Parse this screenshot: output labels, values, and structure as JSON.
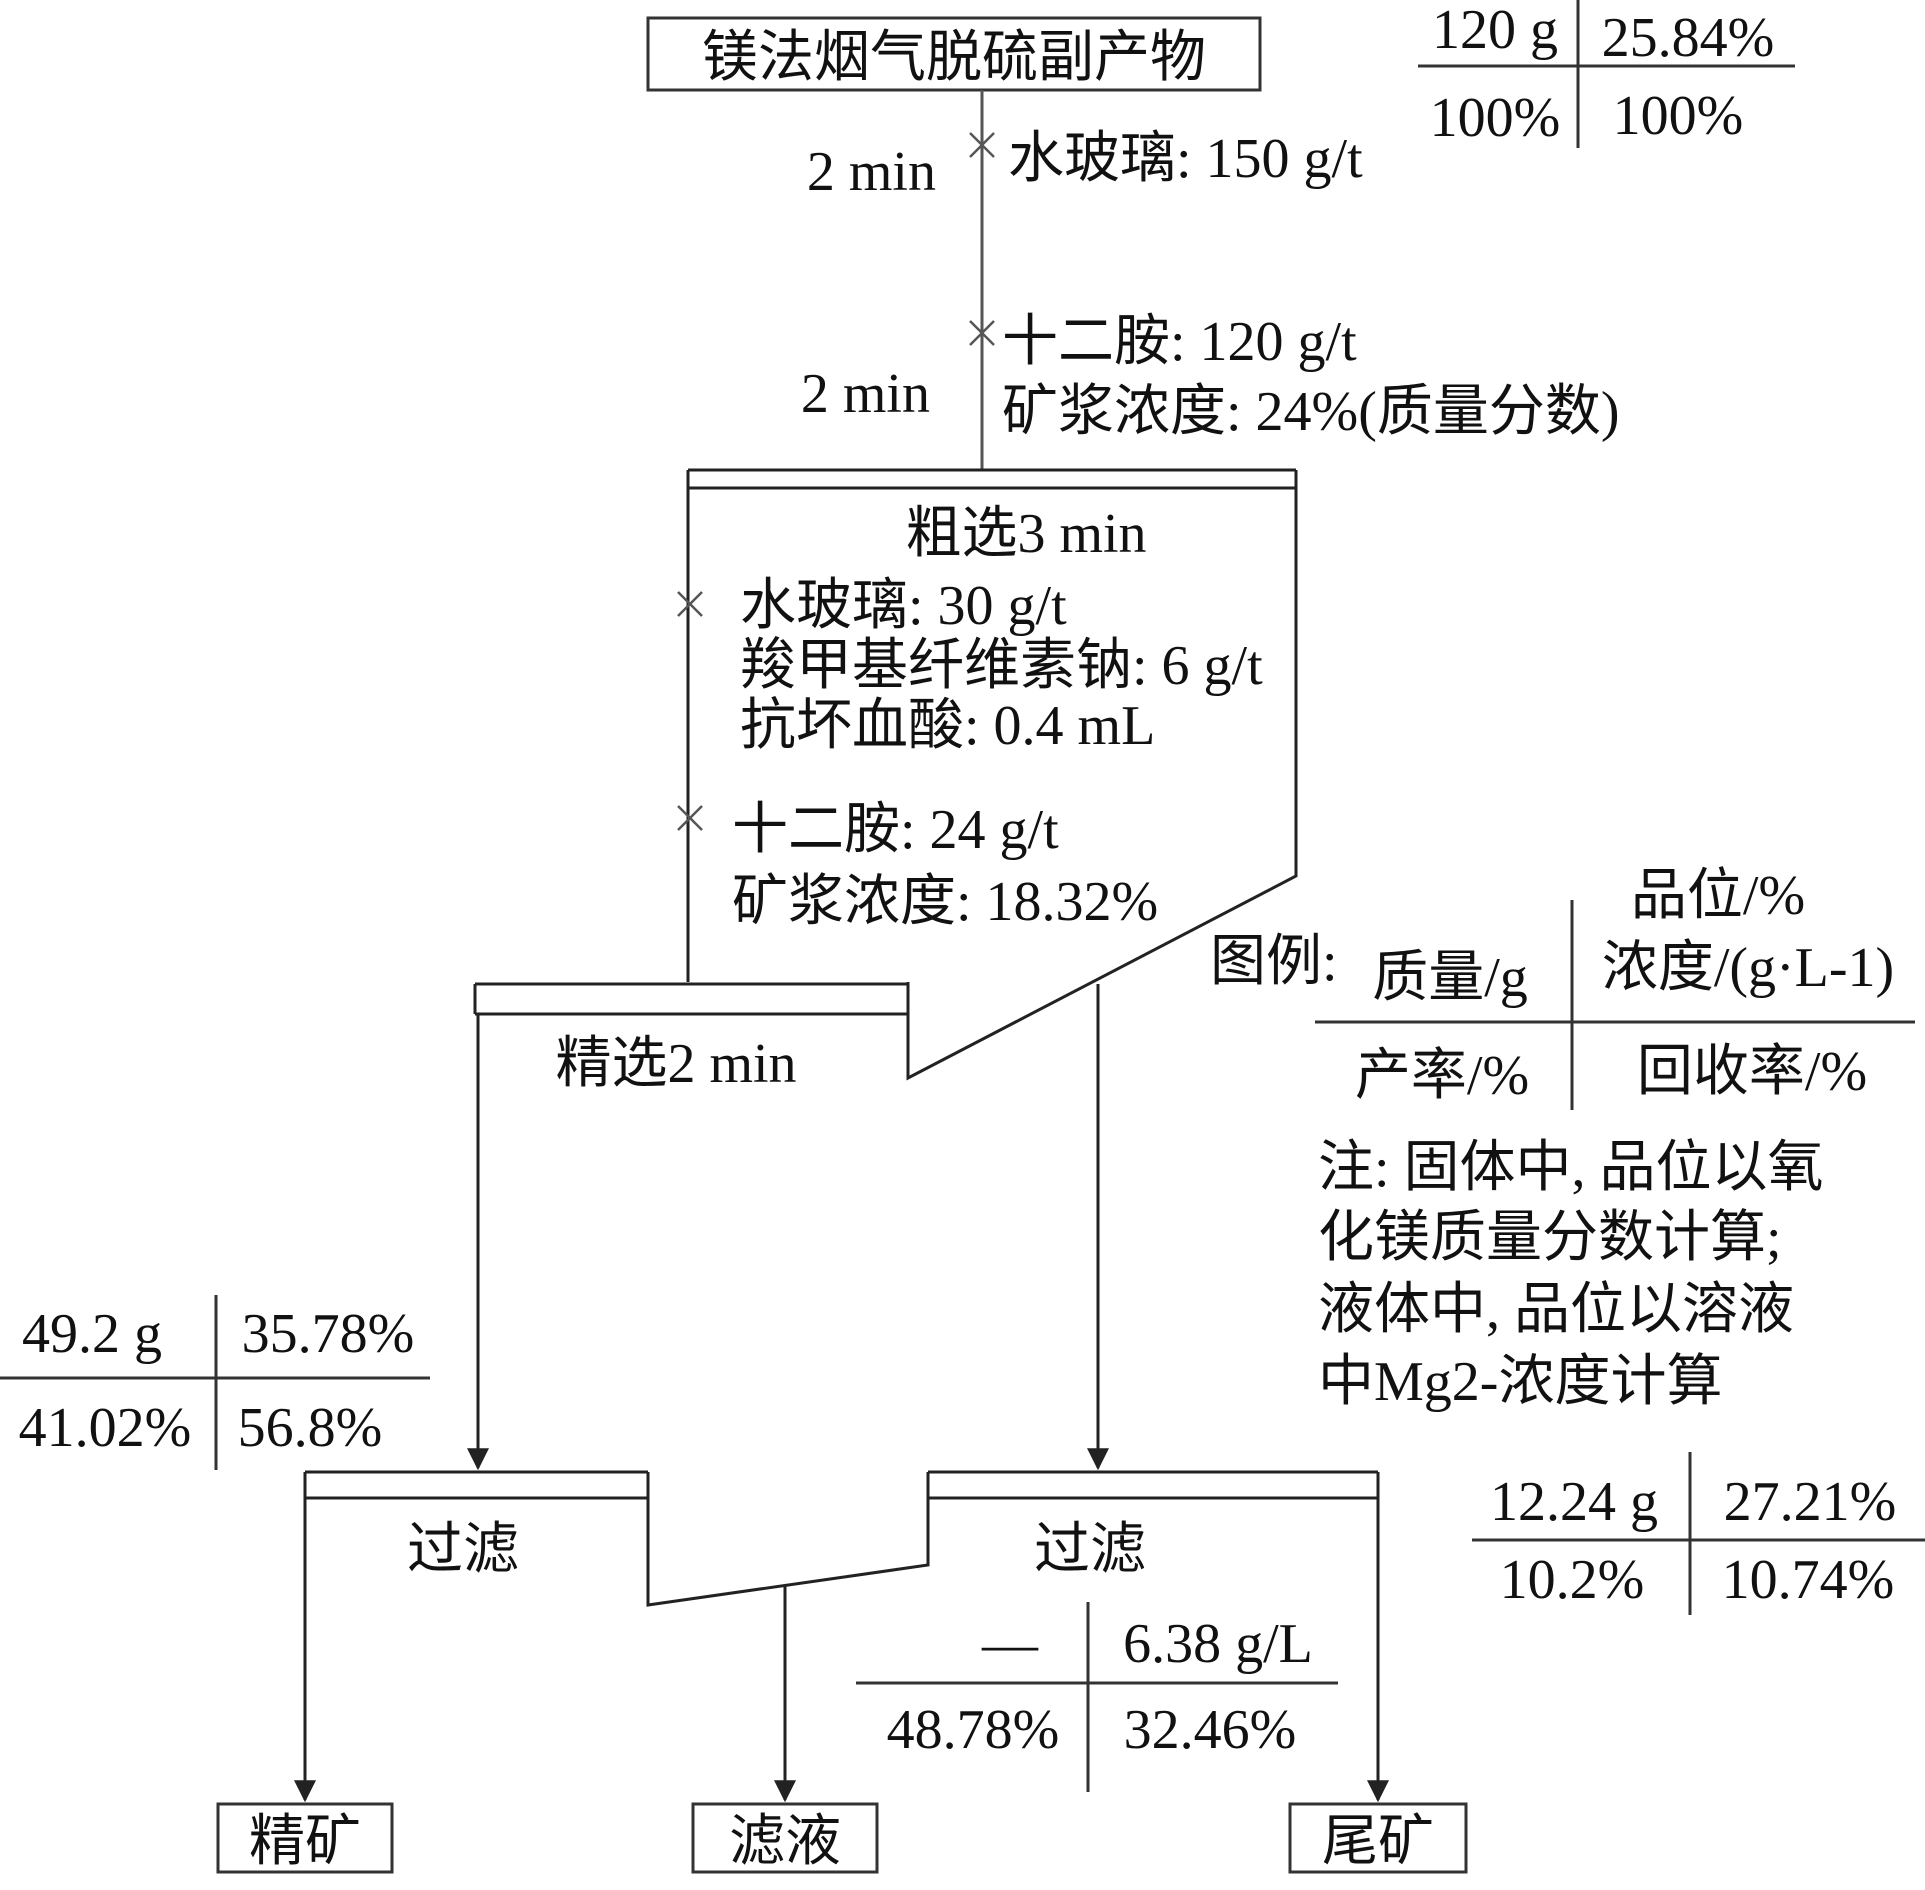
{
  "nodes": {
    "feed": "镁法烟气脱硫副产物",
    "rougher": "粗选3 min",
    "cleaner": "精选2 min",
    "filter_left": "过滤",
    "filter_right": "过滤",
    "concentrate": "精矿",
    "filtrate": "滤液",
    "tailings": "尾矿"
  },
  "reagents": {
    "time_1": "2 min",
    "dose_1": "水玻璃: 150 g/t",
    "time_2": "2 min",
    "dose_2": "十二胺: 120 g/t",
    "pulp_1": "矿浆浓度: 24%(质量分数)",
    "rougher_1": "水玻璃: 30 g/t",
    "rougher_2": "羧甲基纤维素钠: 6 g/t",
    "rougher_3": "抗坏血酸: 0.4 mL",
    "rougher_4": "十二胺: 24 g/t",
    "rougher_5": "矿浆浓度: 18.32%"
  },
  "tables": {
    "feed": {
      "tl": "120 g",
      "tr": "25.84%",
      "bl": "100%",
      "br": "100%"
    },
    "concentrate": {
      "tl": "49.2 g",
      "tr": "35.78%",
      "bl": "41.02%",
      "br": "56.8%"
    },
    "tailings": {
      "tl": "12.24 g",
      "tr": "27.21%",
      "bl": "10.2%",
      "br": "10.74%"
    },
    "filtrate": {
      "tl": "—",
      "tr": "6.38 g/L",
      "bl": "48.78%",
      "br": "32.46%"
    }
  },
  "legend": {
    "title": "图例:",
    "tl": "质量/g",
    "tr_1": "品位/%",
    "tr_2": "浓度/(g·L-1)",
    "bl": "产率/%",
    "br": "回收率/%"
  },
  "note": {
    "line_1": "注: 固体中, 品位以氧",
    "line_2": "化镁质量分数计算;",
    "line_3": "液体中, 品位以溶液",
    "line_4": "中Mg2-浓度计算"
  }
}
